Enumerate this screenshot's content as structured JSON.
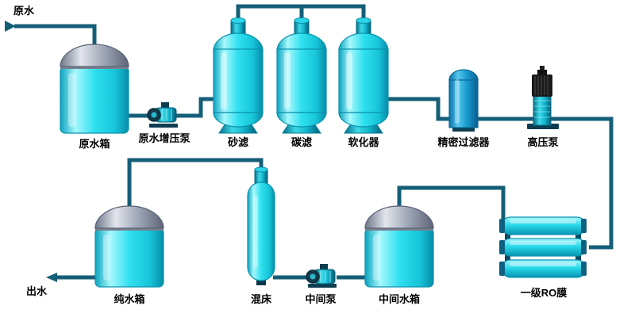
{
  "diagram": {
    "type": "process-flow-diagram",
    "labels": {
      "raw_water": "原水",
      "raw_water_tank": "原水箱",
      "booster_pump": "原水增压泵",
      "sand_filter": "砂滤",
      "carbon_filter": "碳滤",
      "softener": "软化器",
      "precision_filter": "精密过滤器",
      "high_pressure_pump": "高压泵",
      "ro_membrane": "一级RO膜",
      "intermediate_tank": "中间水箱",
      "intermediate_pump": "中间泵",
      "mixed_bed": "混床",
      "pure_water_tank": "纯水箱",
      "outlet": "出水"
    },
    "colors": {
      "background": "#ffffff",
      "pipe": "#155e77",
      "vessel_cyan": "#2fe0ef",
      "vessel_edge": "#0a93ad",
      "dome_gray": "#a4abbb",
      "filter_blue": "#1a9ed0",
      "dark_base": "#0e3d52",
      "motor_black": "#1a1a1a",
      "label": "#000000"
    },
    "flow_sequence": [
      "原水",
      "原水箱",
      "原水增压泵",
      "砂滤",
      "碳滤",
      "软化器",
      "精密过滤器",
      "高压泵",
      "一级RO膜",
      "中间水箱",
      "中间泵",
      "混床",
      "纯水箱",
      "出水"
    ]
  }
}
